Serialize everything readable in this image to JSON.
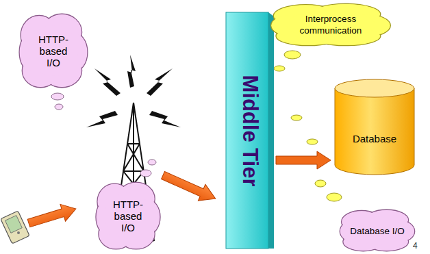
{
  "diagram": {
    "nodes": [
      {
        "text": [
          "HTTP- based I/O"
        ]
      },
      {
        "text": [
          "Middle Tier"
        ]
      },
      {
        "text": [
          "Interprocess communication"
        ]
      },
      {
        "text": [
          "Database"
        ]
      },
      {
        "text": [
          "HTTP- based I/O"
        ]
      },
      {
        "text": [
          "Database I/O"
        ]
      }
    ],
    "edges": [
      {
        "from": 1,
        "to": 3,
        "arrow": "to"
      }
    ],
    "labels": [
      "4"
    ]
  }
}
